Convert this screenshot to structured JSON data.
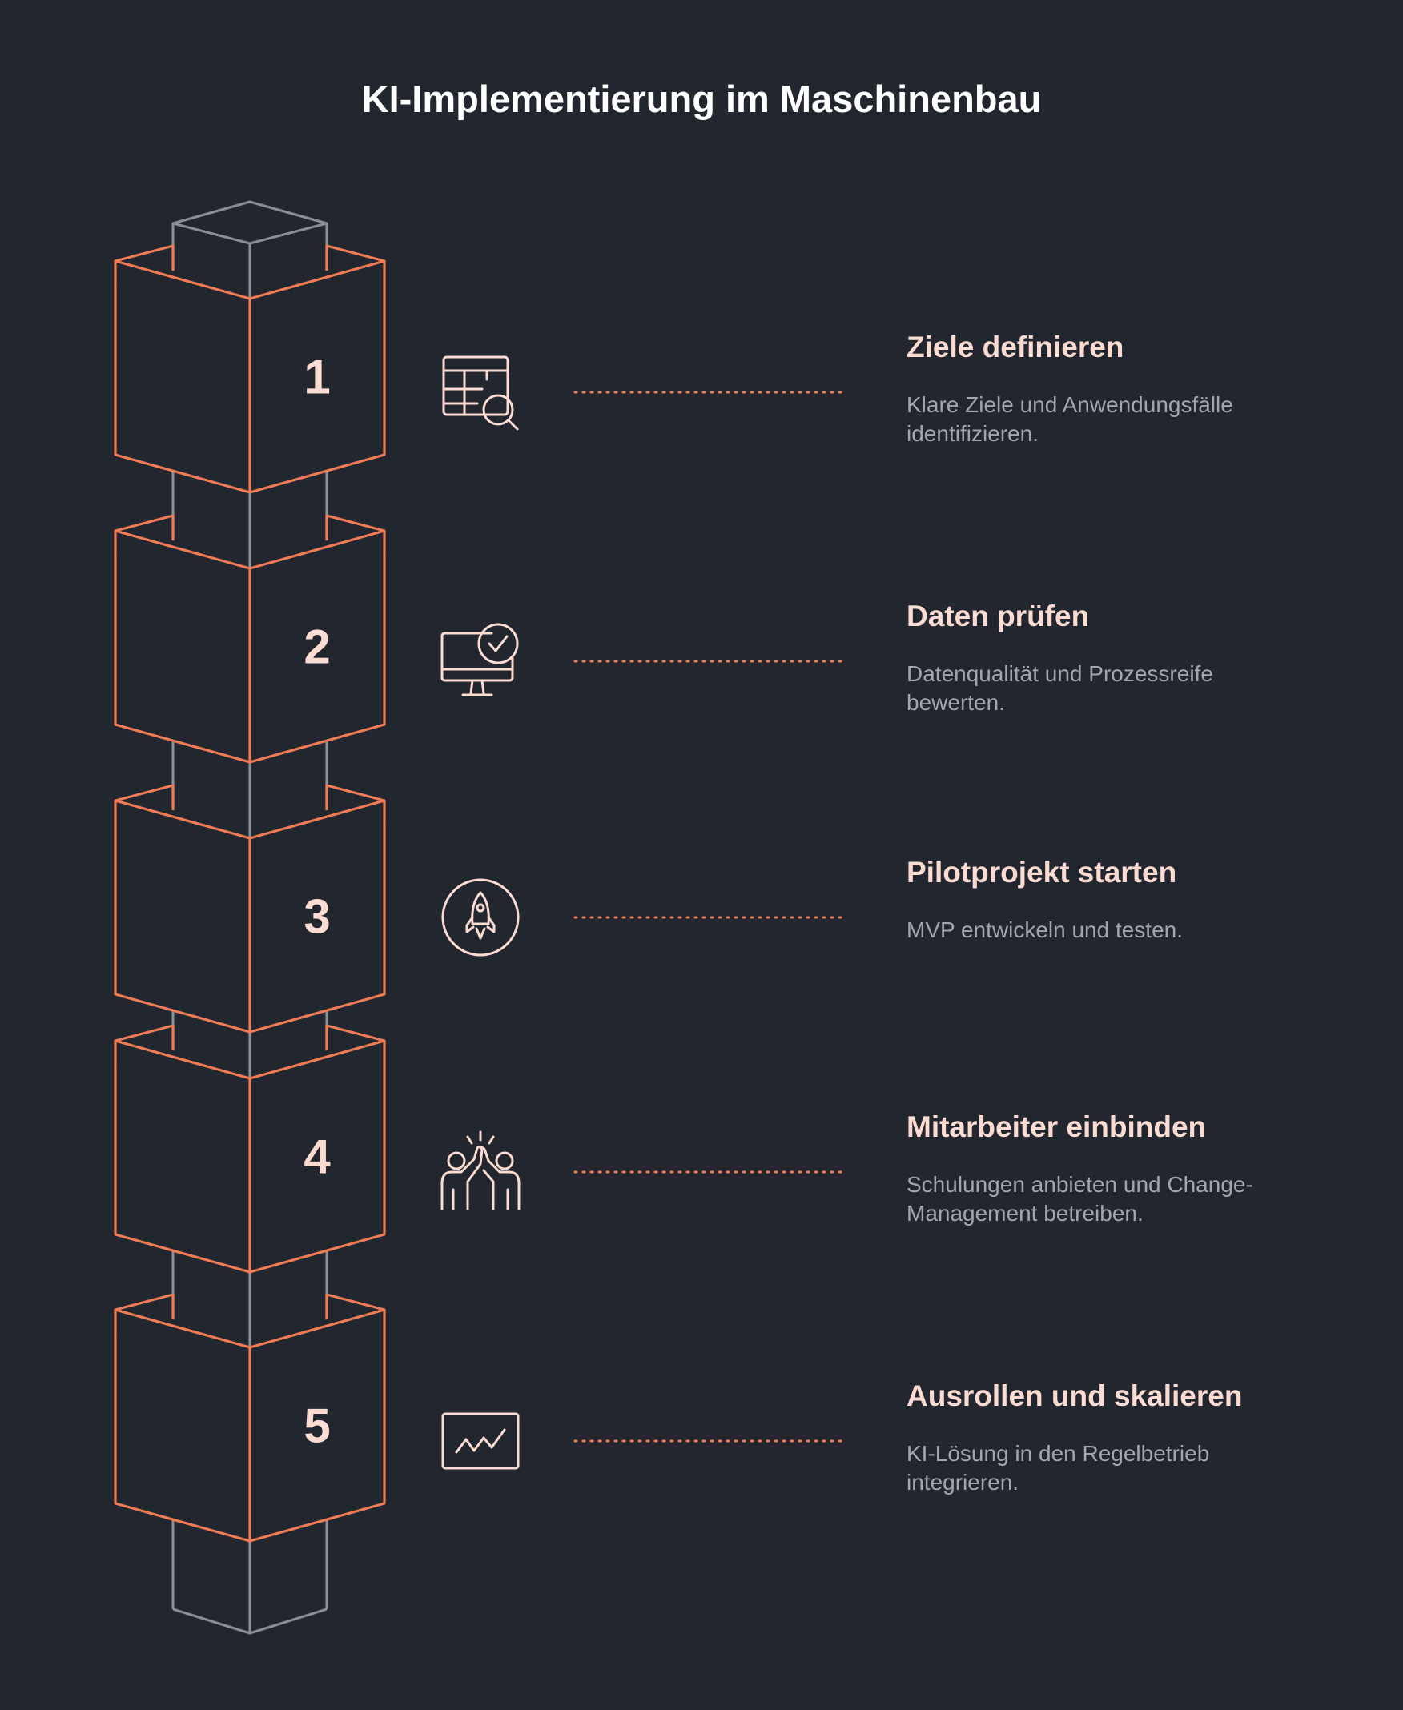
{
  "title": "KI-Implementierung im Maschinenbau",
  "steps": [
    {
      "number": "1",
      "icon": "table-search-icon",
      "title": "Ziele definieren",
      "description": [
        "Klare Ziele und Anwendungsfälle",
        "identifizieren."
      ]
    },
    {
      "number": "2",
      "icon": "monitor-check-icon",
      "title": "Daten prüfen",
      "description": [
        "Datenqualität und Prozessreife",
        "bewerten."
      ]
    },
    {
      "number": "3",
      "icon": "rocket-icon",
      "title": "Pilotprojekt starten",
      "description": [
        "MVP entwickeln und testen."
      ]
    },
    {
      "number": "4",
      "icon": "high-five-icon",
      "title": "Mitarbeiter einbinden",
      "description": [
        "Schulungen anbieten und Change-",
        "Management betreiben."
      ]
    },
    {
      "number": "5",
      "icon": "chart-trend-icon",
      "title": "Ausrollen und skalieren",
      "description": [
        "KI-Lösung in den Regelbetrieb",
        "integrieren."
      ]
    }
  ],
  "colors": {
    "background": "#22262e",
    "accent": "#f07c56",
    "column": "#8a8d94",
    "heading": "#fcdcd2",
    "body_text": "#a3a6ad"
  }
}
